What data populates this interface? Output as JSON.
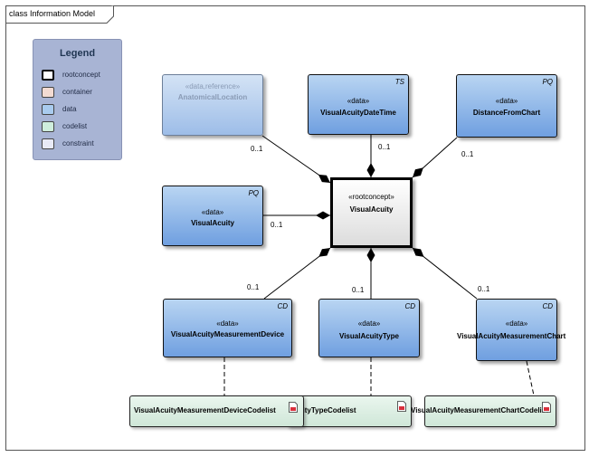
{
  "frame": {
    "title": "class Information Model"
  },
  "legend": {
    "title": "Legend",
    "items": [
      {
        "label": "rootconcept",
        "color": "#ffffff"
      },
      {
        "label": "container",
        "color": "#f3dbd2"
      },
      {
        "label": "data",
        "color": "#a9cbee"
      },
      {
        "label": "codelist",
        "color": "#cfeedd"
      },
      {
        "label": "constraint",
        "color": "#e8eaf6"
      }
    ]
  },
  "root": {
    "stereotype": "«rootconcept»",
    "name": "VisualAcuity"
  },
  "classes": {
    "anatomical": {
      "stereotype": "«data,reference»",
      "name": "AnatomicalLocation",
      "tag": ""
    },
    "datetime": {
      "stereotype": "«data»",
      "name": "VisualAcuityDateTime",
      "tag": "TS"
    },
    "distance": {
      "stereotype": "«data»",
      "name": "DistanceFromChart",
      "tag": "PQ"
    },
    "acuity": {
      "stereotype": "«data»",
      "name": "VisualAcuity",
      "tag": "PQ"
    },
    "device": {
      "stereotype": "«data»",
      "name": "VisualAcuityMeasurementDevice",
      "tag": "CD"
    },
    "type": {
      "stereotype": "«data»",
      "name": "VisualAcuityType",
      "tag": "CD"
    },
    "chart": {
      "stereotype": "«data»",
      "name": "VisualAcuityMeasurementChart",
      "tag": "CD"
    }
  },
  "codelists": {
    "device": "VisualAcuityMeasurementDeviceCodelist",
    "type": "VisualAcuityTypeCodelist",
    "chart": "VisualAcuityMeasurementChartCodelist"
  },
  "multiplicities": {
    "anatomical": "0..1",
    "datetime": "0..1",
    "distance": "0..1",
    "acuity": "0..1",
    "device": "0..1",
    "type": "0..1",
    "chart": "0..1"
  },
  "colors": {
    "data_top": "#b9d5f2",
    "data_bottom": "#6f9fe0",
    "codelist": "#cfe7d8",
    "legend_bg": "#a8b4d4"
  }
}
